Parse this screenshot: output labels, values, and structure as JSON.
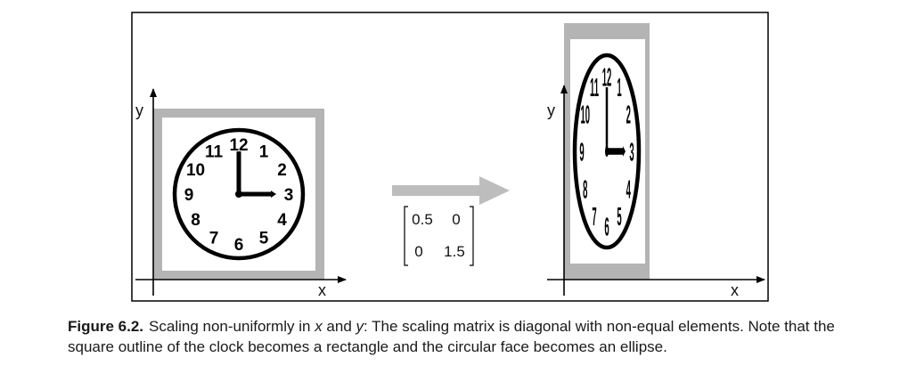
{
  "diagram": {
    "left_panel": {
      "axis_x_label": "x",
      "axis_y_label": "y"
    },
    "right_panel": {
      "axis_x_label": "x",
      "axis_y_label": "y"
    },
    "clock_numbers": [
      "12",
      "1",
      "2",
      "3",
      "4",
      "5",
      "6",
      "7",
      "8",
      "9",
      "10",
      "11"
    ],
    "matrix": {
      "row1": [
        "0.5",
        "0"
      ],
      "row2": [
        "0",
        "1.5"
      ]
    },
    "colors": {
      "frame_gray": "#b4b4b4",
      "arrow_gray": "#bdbdbd",
      "ink": "#000000"
    }
  },
  "caption": {
    "label": "Figure 6.2.",
    "part1": "Scaling non-uniformly in ",
    "var_x": "x",
    "and": " and ",
    "var_y": "y",
    "part2": ": The scaling matrix is diagonal with non-equal elements. Note that the square outline of the clock becomes a rectangle and the circular face becomes an ellipse."
  }
}
